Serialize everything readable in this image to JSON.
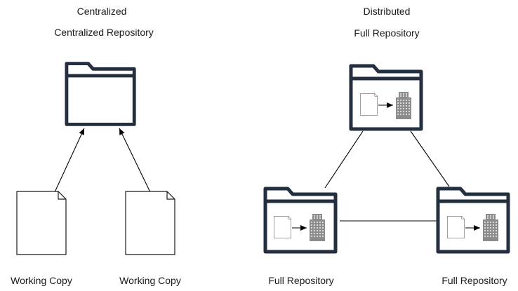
{
  "centralized": {
    "heading": "Centralized",
    "repo_label": "Centralized Repository",
    "working_copies": [
      {
        "label": "Working Copy"
      },
      {
        "label": "Working Copy"
      }
    ]
  },
  "distributed": {
    "heading": "Distributed",
    "repos": [
      {
        "label": "Full Repository"
      },
      {
        "label": "Full Repository"
      },
      {
        "label": "Full Repository"
      }
    ]
  },
  "icons": {
    "folder": "folder-icon",
    "document": "document-icon",
    "building": "building-icon"
  },
  "colors": {
    "folder_stroke": "#232f3e",
    "building_fill": "#8c8c8c",
    "line": "#000000"
  }
}
